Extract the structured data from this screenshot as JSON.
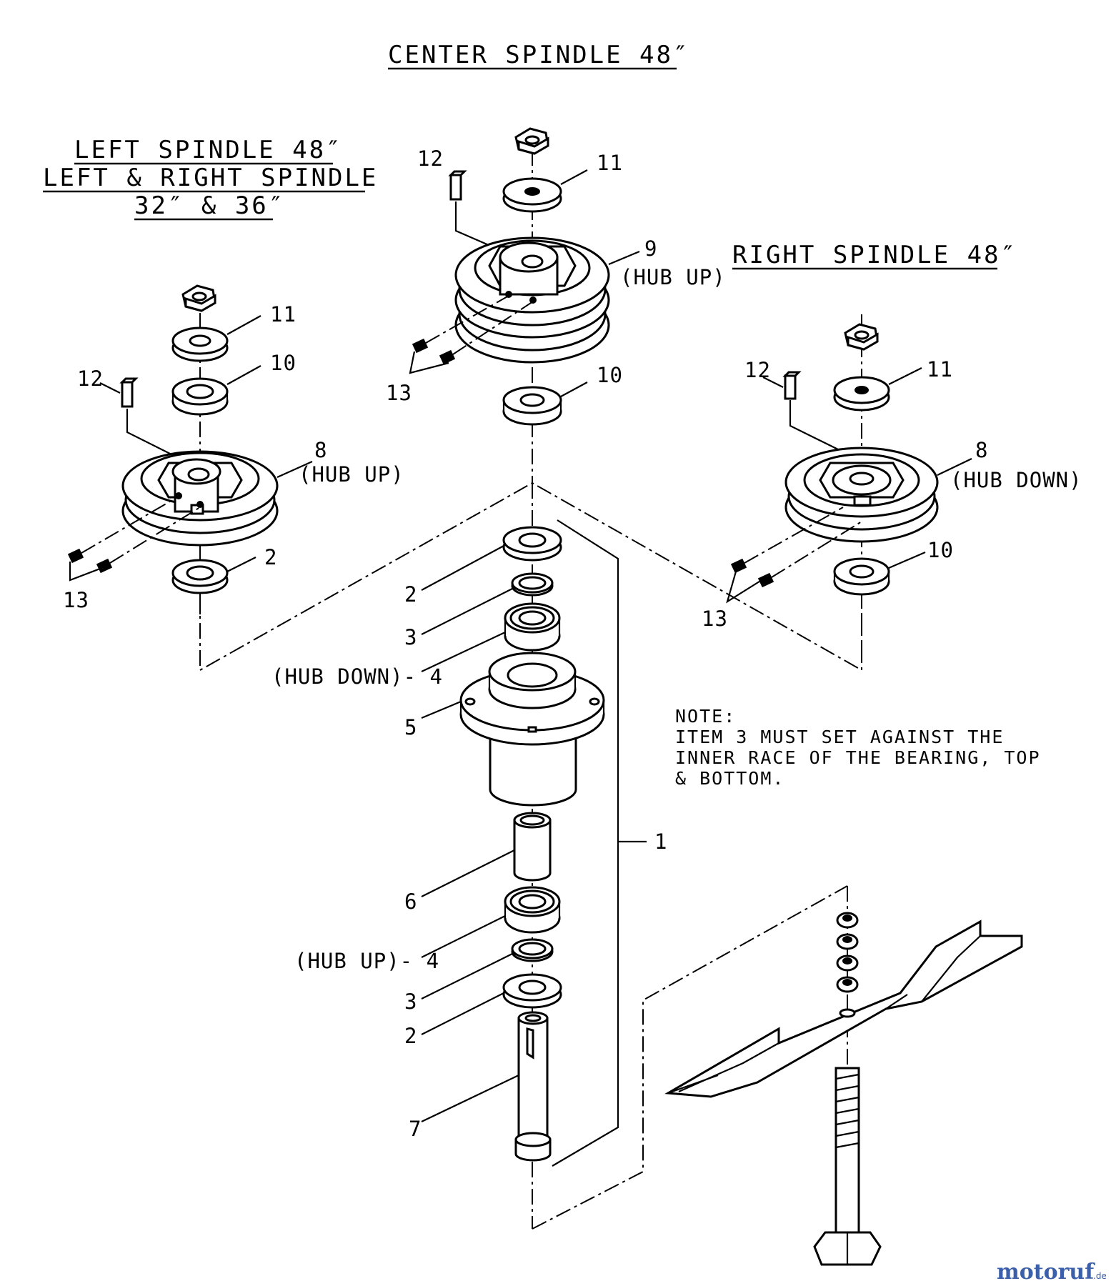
{
  "titles": {
    "center": "CENTER SPINDLE 48″",
    "left_line1": "LEFT SPINDLE 48″",
    "left_line2": "LEFT & RIGHT SPINDLE",
    "left_line3": "32″ & 36″",
    "right": "RIGHT SPINDLE 48″"
  },
  "center_labels": {
    "p12": "12",
    "p11": "11",
    "p9": "9",
    "hub_up": "(HUB UP)",
    "p13": "13",
    "p10": "10"
  },
  "left_labels": {
    "p11": "11",
    "p10": "10",
    "p12": "12",
    "p8": "8",
    "hub_up": "(HUB UP)",
    "p13": "13",
    "p2": "2"
  },
  "right_labels": {
    "p12": "12",
    "p11": "11",
    "p8": "8",
    "hub_down": "(HUB DOWN)",
    "p10": "10",
    "p13": "13"
  },
  "stack_labels": {
    "p2_top": "2",
    "p3_top": "3",
    "p4_top": "(HUB DOWN)- 4",
    "p5": "5",
    "p1": "1",
    "p6": "6",
    "p4_bottom": "(HUB UP)- 4",
    "p3_bottom": "3",
    "p2_bottom": "2",
    "p7": "7"
  },
  "note": {
    "line1": "NOTE:",
    "line2": "ITEM 3 MUST SET AGAINST THE",
    "line3": "INNER RACE OF THE BEARING, TOP",
    "line4": "& BOTTOM."
  },
  "watermark": {
    "main": "motoruf",
    "suffix": ".de"
  },
  "colors": {
    "line": "#000000",
    "background": "#ffffff"
  }
}
